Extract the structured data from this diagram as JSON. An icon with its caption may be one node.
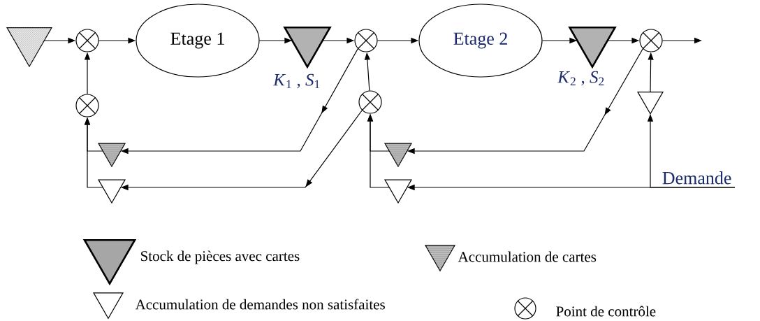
{
  "diagram": {
    "nodes": [
      {
        "text": [],
        "shape": "triangle"
      },
      {
        "text": [],
        "shape": "circle"
      },
      {
        "text": [
          "Etage 1"
        ]
      },
      {
        "text": [],
        "shape": "triangle",
        "beside": [
          "*K*$_{1}$ , *S*$_{1}$"
        ]
      },
      {
        "text": [],
        "shape": "circle"
      },
      {
        "text": [],
        "shape": "circle"
      },
      {
        "text": [],
        "shape": "triangle"
      },
      {
        "text": [],
        "shape": "triangle"
      },
      {
        "text": [],
        "shape": "circle"
      },
      {
        "text": [
          "Etage 2"
        ]
      },
      {
        "text": [],
        "shape": "triangle",
        "beside": [
          "*K*$_{2}$ , *S*$_{2}$"
        ]
      },
      {
        "text": [],
        "shape": "circle"
      },
      {
        "text": [],
        "shape": "triangle"
      },
      {
        "text": [],
        "shape": "triangle"
      },
      {
        "text": [],
        "shape": "triangle"
      },
      {
        "text": [
          "Demande"
        ]
      }
    ],
    "edges": [
      {
        "from": 0,
        "to": 1,
        "arrow": "to"
      },
      {
        "from": 1,
        "to": 2,
        "arrow": "to"
      },
      {
        "from": 2,
        "to": 3,
        "arrow": "to"
      },
      {
        "from": 3,
        "to": 4,
        "arrow": "to"
      },
      {
        "from": 4,
        "to": 9,
        "arrow": "to"
      },
      {
        "from": 9,
        "to": 10,
        "arrow": "to"
      },
      {
        "from": 10,
        "to": 11,
        "arrow": "to"
      },
      {
        "from": 11,
        "to": null,
        "arrow": "to"
      },
      {
        "from": 5,
        "to": 1,
        "arrow": "to"
      },
      {
        "from": 4,
        "to": 6,
        "arrow": "to"
      },
      {
        "from": 8,
        "to": 7,
        "arrow": "to"
      },
      {
        "from": 6,
        "to": 5,
        "arrow": "to"
      },
      {
        "from": 7,
        "to": 5,
        "arrow": "to"
      },
      {
        "from": 8,
        "to": 4,
        "arrow": "to"
      },
      {
        "from": 11,
        "to": 12,
        "arrow": "to"
      },
      {
        "from": 12,
        "to": 8,
        "arrow": "to"
      },
      {
        "from": 13,
        "to": 8,
        "arrow": "to"
      },
      {
        "from": 15,
        "to": 13,
        "arrow": "to"
      },
      {
        "from": 15,
        "to": 14,
        "arrow": "to"
      },
      {
        "from": 14,
        "to": 11,
        "arrow": "to"
      }
    ],
    "legend": [
      {
        "text": "Stock de pièces avec cartes",
        "color": "#a6a6a6"
      },
      {
        "text": "Accumulation de cartes"
      },
      {
        "text": "Accumulation de demandes non satisfaites"
      },
      {
        "text": "Point de contrôle"
      }
    ]
  }
}
